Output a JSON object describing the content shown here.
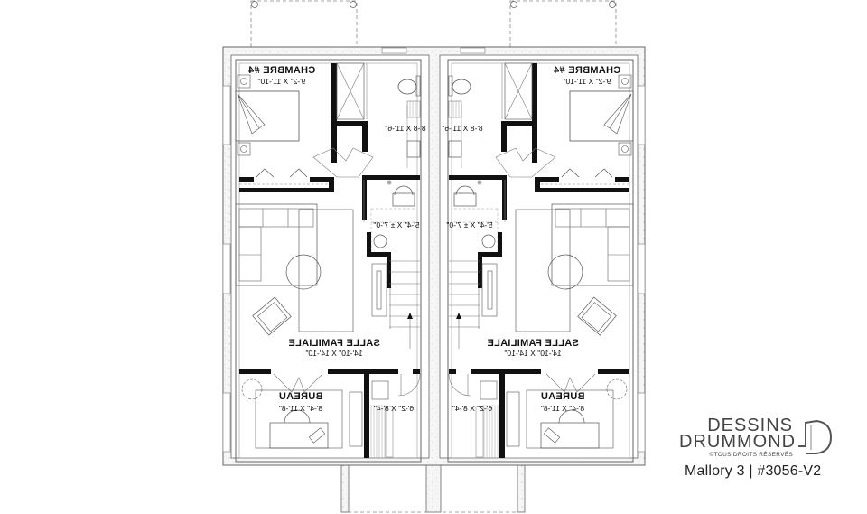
{
  "plan": {
    "mirrored": true,
    "units": [
      {
        "side": "left",
        "rooms": {
          "chambre": {
            "name": "CHAMBRE #4",
            "size": "9'-2\" X 11'-10\""
          },
          "bath": {
            "size": "8'-8 X 11'-6\""
          },
          "laundry": {
            "size": "5'-4\" X ± 7'-0\""
          },
          "salle": {
            "name": "SALLE FAMILIALE",
            "size": "14'-10\" X 14'-10\""
          },
          "bureau": {
            "name": "BUREAU",
            "size": "8'-4\" X 11'-8\""
          },
          "storage": {
            "size": "6'-2\" X 8'-4\""
          }
        }
      },
      {
        "side": "right",
        "rooms": {
          "chambre": {
            "name": "CHAMBRE #4",
            "size": "9'-2\" X 11'-10\""
          },
          "bath": {
            "size": "8'-8 X 11'-6\""
          },
          "laundry": {
            "size": "5'-4\" X ± 7'-0\""
          },
          "salle": {
            "name": "SALLE FAMILIALE",
            "size": "14'-10\" X 14'-10\""
          },
          "bureau": {
            "name": "BUREAU",
            "size": "8'-4\" X 11'-8\""
          },
          "storage": {
            "size": "6'-2\" X 8'-4\""
          }
        }
      }
    ]
  },
  "branding": {
    "line1": "DESSINS",
    "line2": "DRUMMOND",
    "copyright": "©TOUS DROITS RÉSERVÉS",
    "model": "Mallory 3 | #3056-V2"
  },
  "colors": {
    "wall": "#111111",
    "line": "#555555",
    "concrete": "#f4f4f4",
    "brand": "#444444"
  }
}
